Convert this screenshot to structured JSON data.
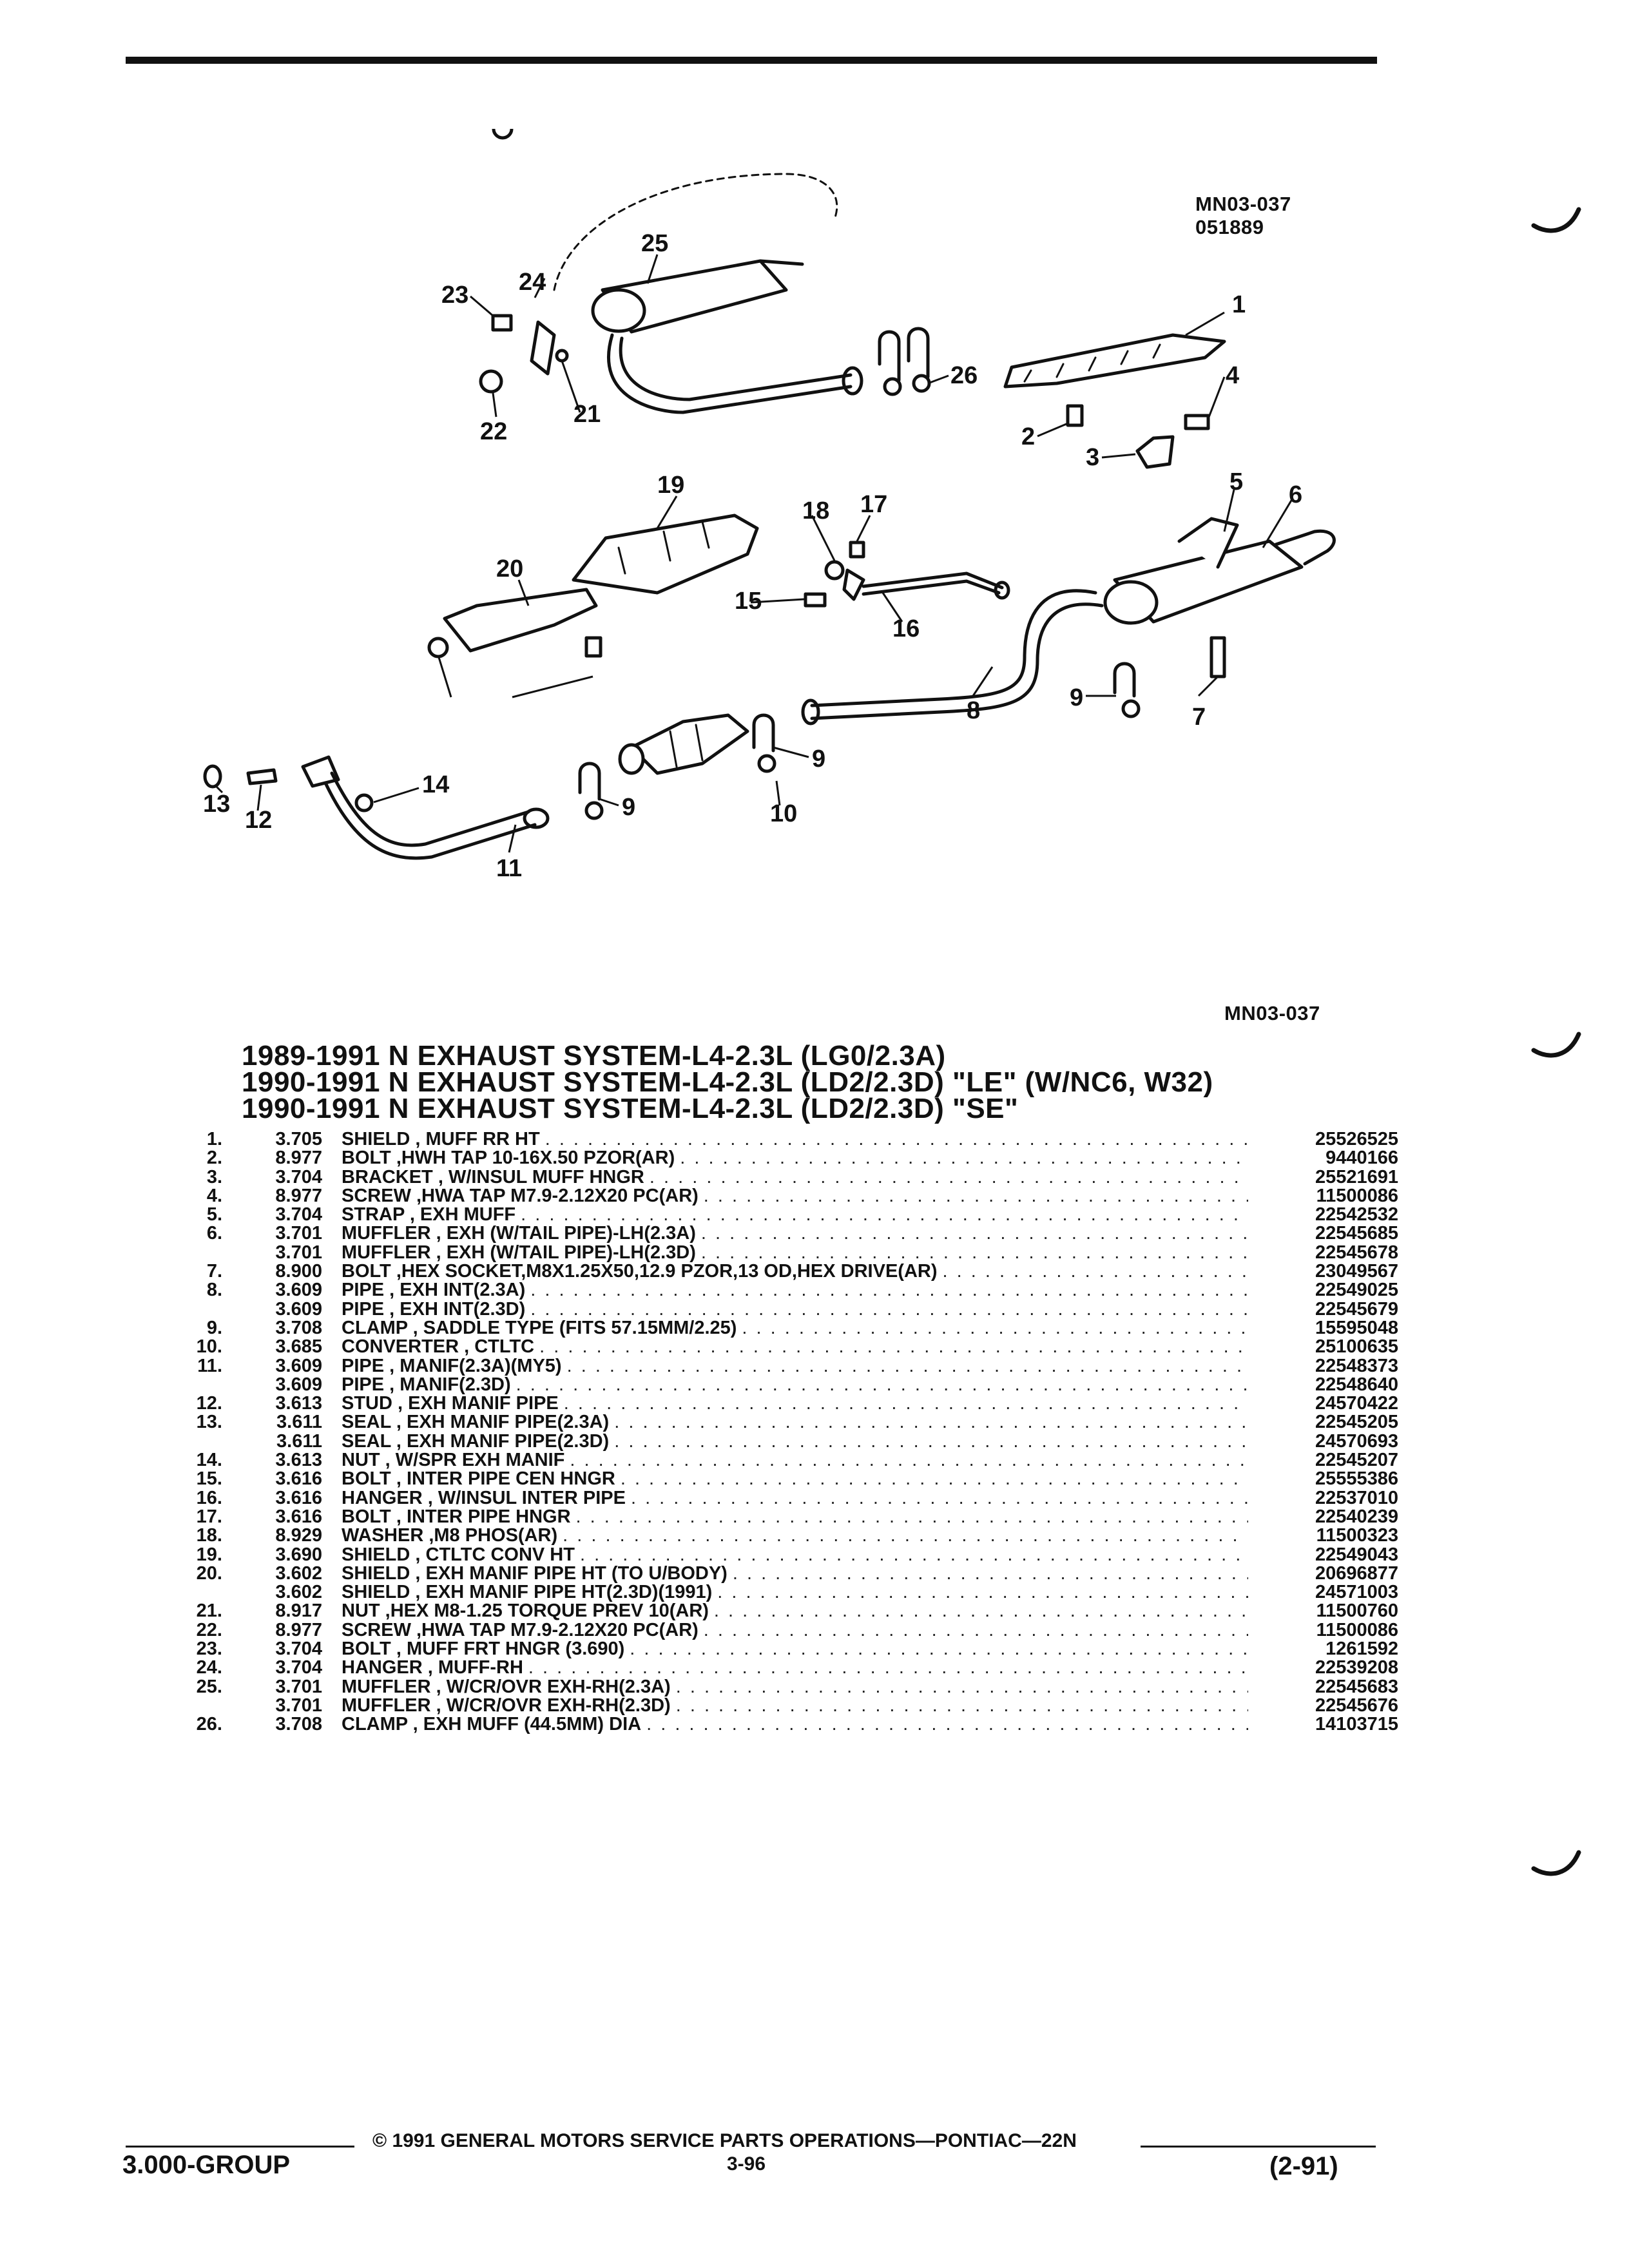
{
  "figure": {
    "ref_code": "MN03-037",
    "ref_date": "051889",
    "bottom_ref_code": "MN03-037",
    "callouts": [
      "1",
      "2",
      "3",
      "4",
      "5",
      "6",
      "7",
      "8",
      "9",
      "10",
      "11",
      "12",
      "13",
      "14",
      "15",
      "16",
      "17",
      "18",
      "19",
      "20",
      "21",
      "22",
      "23",
      "24",
      "25",
      "26"
    ]
  },
  "titles": [
    "1989-1991 N EXHAUST SYSTEM-L4-2.3L (LG0/2.3A)",
    "1990-1991 N EXHAUST SYSTEM-L4-2.3L (LD2/2.3D) \"LE\" (W/NC6, W32)",
    "1990-1991 N EXHAUST SYSTEM-L4-2.3L (LD2/2.3D) \"SE\""
  ],
  "parts": [
    {
      "num": "1.",
      "group": "3.705",
      "desc": "SHIELD , MUFF RR HT",
      "part": "25526525"
    },
    {
      "num": "2.",
      "group": "8.977",
      "desc": "BOLT ,HWH TAP 10-16X.50 PZOR(AR)",
      "part": "9440166"
    },
    {
      "num": "3.",
      "group": "3.704",
      "desc": "BRACKET , W/INSUL MUFF HNGR",
      "part": "25521691"
    },
    {
      "num": "4.",
      "group": "8.977",
      "desc": "SCREW ,HWA TAP M7.9-2.12X20 PC(AR)",
      "part": "11500086"
    },
    {
      "num": "5.",
      "group": "3.704",
      "desc": "STRAP , EXH MUFF",
      "part": "22542532"
    },
    {
      "num": "6.",
      "group": "3.701",
      "desc": "MUFFLER , EXH (W/TAIL PIPE)-LH(2.3A)",
      "part": "22545685"
    },
    {
      "num": "",
      "group": "3.701",
      "desc": "MUFFLER , EXH (W/TAIL PIPE)-LH(2.3D)",
      "part": "22545678"
    },
    {
      "num": "7.",
      "group": "8.900",
      "desc": "BOLT ,HEX SOCKET,M8X1.25X50,12.9 PZOR,13 OD,HEX DRIVE(AR)",
      "part": "23049567"
    },
    {
      "num": "8.",
      "group": "3.609",
      "desc": "PIPE , EXH INT(2.3A)",
      "part": "22549025"
    },
    {
      "num": "",
      "group": "3.609",
      "desc": "PIPE , EXH INT(2.3D)",
      "part": "22545679"
    },
    {
      "num": "9.",
      "group": "3.708",
      "desc": "CLAMP , SADDLE TYPE (FITS 57.15MM/2.25)",
      "part": "15595048"
    },
    {
      "num": "10.",
      "group": "3.685",
      "desc": "CONVERTER , CTLTC",
      "part": "25100635"
    },
    {
      "num": "11.",
      "group": "3.609",
      "desc": "PIPE , MANIF(2.3A)(MY5)",
      "part": "22548373"
    },
    {
      "num": "",
      "group": "3.609",
      "desc": "PIPE , MANIF(2.3D)",
      "part": "22548640"
    },
    {
      "num": "12.",
      "group": "3.613",
      "desc": "STUD , EXH MANIF PIPE",
      "part": "24570422"
    },
    {
      "num": "13.",
      "group": "3.611",
      "desc": "SEAL , EXH MANIF PIPE(2.3A)",
      "part": "22545205"
    },
    {
      "num": "",
      "group": "3.611",
      "desc": "SEAL , EXH MANIF PIPE(2.3D)",
      "part": "24570693"
    },
    {
      "num": "14.",
      "group": "3.613",
      "desc": "NUT , W/SPR EXH MANIF",
      "part": "22545207"
    },
    {
      "num": "15.",
      "group": "3.616",
      "desc": "BOLT , INTER PIPE CEN HNGR",
      "part": "25555386"
    },
    {
      "num": "16.",
      "group": "3.616",
      "desc": "HANGER , W/INSUL INTER PIPE",
      "part": "22537010"
    },
    {
      "num": "17.",
      "group": "3.616",
      "desc": "BOLT , INTER PIPE HNGR",
      "part": "22540239"
    },
    {
      "num": "18.",
      "group": "8.929",
      "desc": "WASHER ,M8 PHOS(AR)",
      "part": "11500323"
    },
    {
      "num": "19.",
      "group": "3.690",
      "desc": "SHIELD , CTLTC CONV HT",
      "part": "22549043"
    },
    {
      "num": "20.",
      "group": "3.602",
      "desc": "SHIELD , EXH MANIF PIPE HT (TO U/BODY)",
      "part": "20696877"
    },
    {
      "num": "",
      "group": "3.602",
      "desc": "SHIELD , EXH MANIF PIPE HT(2.3D)(1991)",
      "part": "24571003"
    },
    {
      "num": "21.",
      "group": "8.917",
      "desc": "NUT ,HEX M8-1.25 TORQUE PREV 10(AR)",
      "part": "11500760"
    },
    {
      "num": "22.",
      "group": "8.977",
      "desc": "SCREW ,HWA TAP M7.9-2.12X20 PC(AR)",
      "part": "11500086"
    },
    {
      "num": "23.",
      "group": "3.704",
      "desc": "BOLT , MUFF FRT HNGR (3.690)",
      "part": "1261592"
    },
    {
      "num": "24.",
      "group": "3.704",
      "desc": "HANGER , MUFF-RH",
      "part": "22539208"
    },
    {
      "num": "25.",
      "group": "3.701",
      "desc": "MUFFLER , W/CR/OVR EXH-RH(2.3A)",
      "part": "22545683"
    },
    {
      "num": "",
      "group": "3.701",
      "desc": "MUFFLER , W/CR/OVR EXH-RH(2.3D)",
      "part": "22545676"
    },
    {
      "num": "26.",
      "group": "3.708",
      "desc": "CLAMP , EXH MUFF (44.5MM) DIA",
      "part": "14103715"
    }
  ],
  "footer": {
    "copyright": "© 1991 GENERAL MOTORS SERVICE PARTS OPERATIONS—PONTIAC—22N",
    "group": "3.000-GROUP",
    "page": "3-96",
    "date": "(2-91)"
  }
}
